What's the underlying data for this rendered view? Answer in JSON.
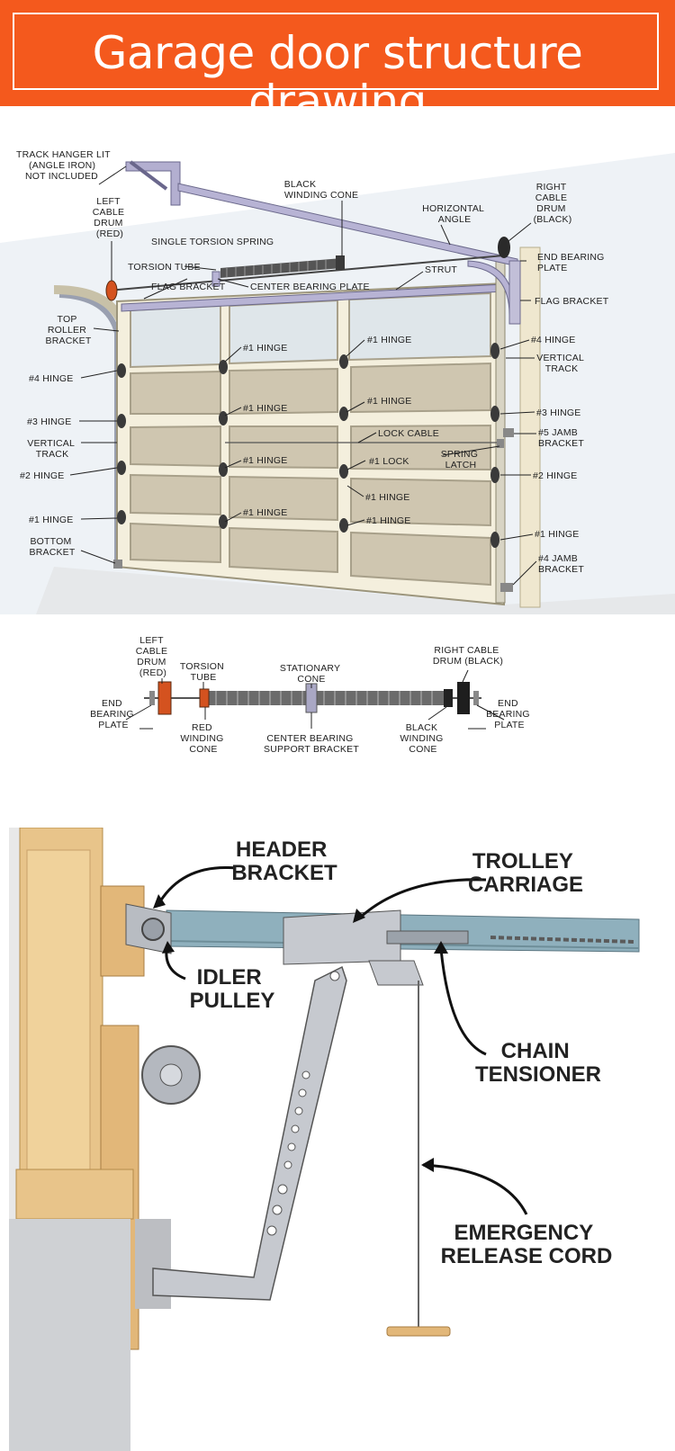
{
  "title": "Garage door structure drawing",
  "colors": {
    "banner": "#f4591d",
    "text": "#ffffff"
  },
  "main_labels": {
    "track_hanger": [
      "TRACK HANGER LIT",
      "(ANGLE IRON)",
      "NOT INCLUDED"
    ],
    "left_cable_drum": [
      "LEFT",
      "CABLE",
      "DRUM",
      "(RED)"
    ],
    "black_winding_cone": [
      "BLACK",
      "WINDING CONE"
    ],
    "horizontal_angle": [
      "HORIZONTAL",
      "ANGLE"
    ],
    "right_cable_drum": [
      "RIGHT",
      "CABLE",
      "DRUM",
      "(BLACK)"
    ],
    "single_torsion_spring": "SINGLE TORSION SPRING",
    "end_bearing_plate": [
      "END BEARING",
      "PLATE"
    ],
    "torsion_tube": "TORSION TUBE",
    "strut": "STRUT",
    "flag_bracket_left": "FLAG BRACKET",
    "center_bearing_plate": "CENTER BEARING PLATE",
    "flag_bracket_right": "FLAG BRACKET",
    "top_roller_bracket": [
      "TOP",
      "ROLLER",
      "BRACKET"
    ],
    "hinge1_a": "#1 HINGE",
    "hinge1_b": "#1 HINGE",
    "hinge4_right": "#4 HINGE",
    "vertical_track_right": [
      "VERTICAL",
      "TRACK"
    ],
    "hinge4_left": "#4 HINGE",
    "hinge1_c": "#1 HINGE",
    "hinge1_d": "#1 HINGE",
    "hinge3_right": "#3 HINGE",
    "hinge3_left": "#3 HINGE",
    "lock_cable": "LOCK CABLE",
    "jamb5": [
      "#5 JAMB",
      "BRACKET"
    ],
    "vertical_track_left": [
      "VERTICAL",
      "TRACK"
    ],
    "hinge1_e": "#1 HINGE",
    "lock1": "#1 LOCK",
    "spring_latch": [
      "SPRING",
      "LATCH"
    ],
    "hinge2_left": "#2 HINGE",
    "hinge2_right": "#2 HINGE",
    "hinge1_f": "#1 HINGE",
    "hinge1_g": "#1 HINGE",
    "hinge1_h": "#1 HINGE",
    "hinge1_left": "#1 HINGE",
    "hinge1_i": "#1 HINGE",
    "bottom_bracket": [
      "BOTTOM",
      "BRACKET"
    ],
    "jamb4": [
      "#4 JAMB",
      "BRACKET"
    ]
  },
  "spring_labels": {
    "left_cable_drum": [
      "LEFT",
      "CABLE",
      "DRUM",
      "(RED)"
    ],
    "torsion_tube": [
      "TORSION",
      "TUBE"
    ],
    "stationary_cone": [
      "STATIONARY",
      "CONE"
    ],
    "right_cable_drum": [
      "RIGHT CABLE",
      "DRUM (BLACK)"
    ],
    "end_bearing_left": [
      "END",
      "BEARING",
      "PLATE"
    ],
    "red_winding_cone": [
      "RED",
      "WINDING",
      "CONE"
    ],
    "center_bearing": [
      "CENTER BEARING",
      "SUPPORT BRACKET"
    ],
    "black_winding_cone": [
      "BLACK",
      "WINDING",
      "CONE"
    ],
    "end_bearing_right": [
      "END",
      "BEARING",
      "PLATE"
    ]
  },
  "opener_labels": {
    "header_bracket": [
      "HEADER",
      "BRACKET"
    ],
    "trolley_carriage": [
      "TROLLEY",
      "CARRIAGE"
    ],
    "idler_pulley": [
      "IDLER",
      "PULLEY"
    ],
    "chain_tensioner": [
      "CHAIN",
      "TENSIONER"
    ],
    "emergency_release_cord": [
      "EMERGENCY",
      "RELEASE CORD"
    ]
  }
}
